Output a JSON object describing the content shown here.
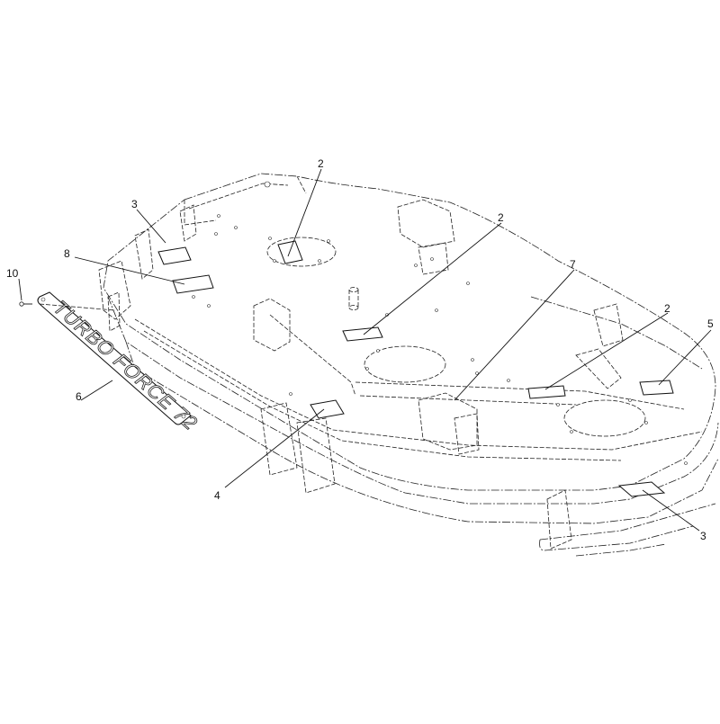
{
  "diagram": {
    "callouts": [
      {
        "id": "c2a",
        "text": "2"
      },
      {
        "id": "c3a",
        "text": "3"
      },
      {
        "id": "c2b",
        "text": "2"
      },
      {
        "id": "c8",
        "text": "8"
      },
      {
        "id": "c7",
        "text": "7"
      },
      {
        "id": "c10",
        "text": "10"
      },
      {
        "id": "c2c",
        "text": "2"
      },
      {
        "id": "c5",
        "text": "5"
      },
      {
        "id": "c6",
        "text": "6"
      },
      {
        "id": "c4",
        "text": "4"
      },
      {
        "id": "c3b",
        "text": "3"
      }
    ],
    "logo": {
      "text": "TURBO FORCE 72"
    }
  }
}
